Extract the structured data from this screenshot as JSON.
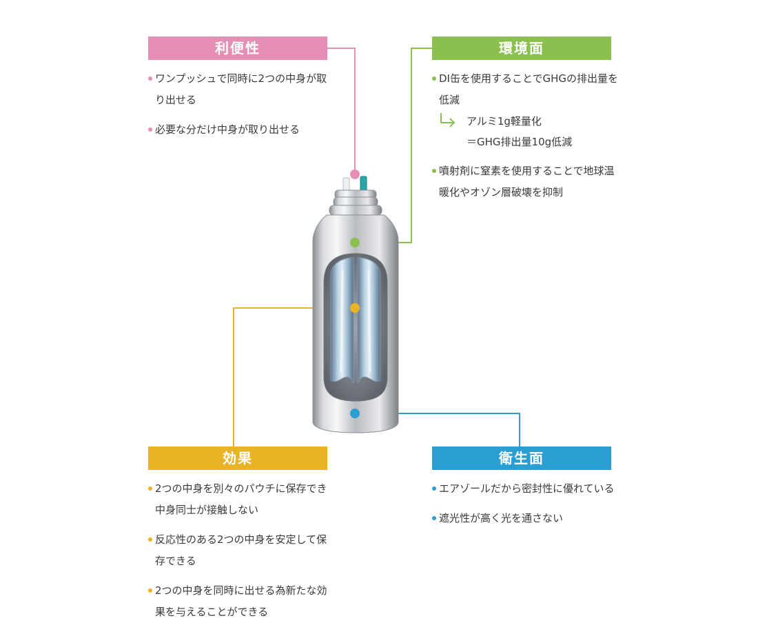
{
  "colors": {
    "convenience": "#e58fb5",
    "environment": "#8bc04f",
    "effect": "#e8b325",
    "hygiene": "#2c9fd2"
  },
  "panels": {
    "convenience": {
      "title": "利便性",
      "items": [
        "ワンプッシュで同時に2つの中身が取り出せる",
        "必要な分だけ中身が取り出せる"
      ]
    },
    "environment": {
      "title": "環境面",
      "items": [
        "DI缶を使用することでGHGの排出量を低減",
        "噴射剤に窒素を使用することで地球温暖化やオゾン層破壊を抑制"
      ],
      "sub_line1": "アルミ1g軽量化",
      "sub_line2": "＝GHG排出量10g低減"
    },
    "effect": {
      "title": "効果",
      "items": [
        "2つの中身を別々のパウチに保存でき中身同士が接触しない",
        "反応性のある2つの中身を安定して保存できる",
        "2つの中身を同時に出せる為新たな効果を与えることができる"
      ]
    },
    "hygiene": {
      "title": "衛生面",
      "items": [
        "エアゾールだから密封性に優れている",
        "遮光性が高く光を通さない"
      ]
    }
  }
}
